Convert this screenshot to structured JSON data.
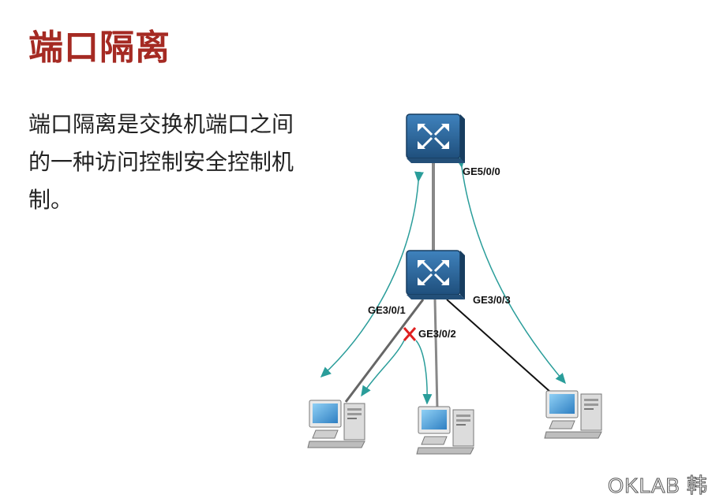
{
  "title": "端口隔离",
  "description": "端口隔离是交换机端口之间的一种访问控制安全控制机制。",
  "ports": {
    "uplink": "GE5/0/0",
    "p1": "GE3/0/1",
    "p2": "GE3/0/2",
    "p3": "GE3/0/3"
  },
  "devices": {
    "top_switch": "switch-icon",
    "access_switch": "switch-icon",
    "pcs": [
      "pc-icon",
      "pc-icon",
      "pc-icon"
    ]
  },
  "colors": {
    "title": "#a52a23",
    "switch": "#2e6aa0",
    "flow_arrow": "#2a9d9a",
    "block_mark": "#e02020"
  },
  "watermark": "OKLAB 韩"
}
